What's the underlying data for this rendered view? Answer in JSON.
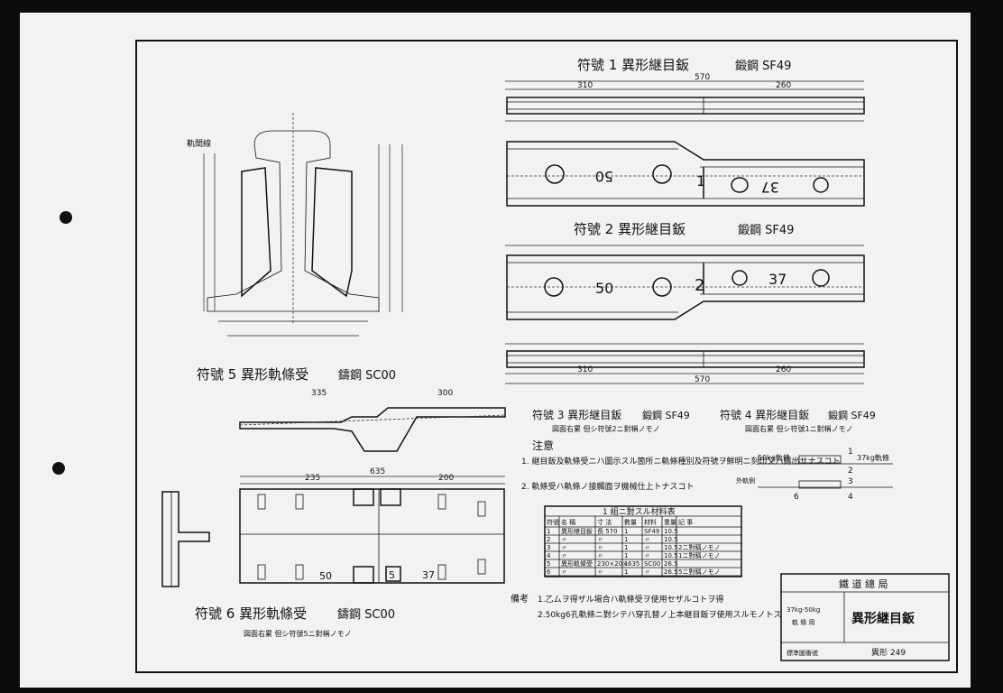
{
  "part1": {
    "title": "符號 1 異形継目鈑",
    "material": "鍛鋼 SF49",
    "total": "570",
    "dim_left": "310",
    "dim_right": "260",
    "mark_a": "50",
    "mark_b": "37",
    "center": "1"
  },
  "part2": {
    "title": "符號 2 異形継目鈑",
    "material": "鍛鋼 SF49",
    "mark_a": "50",
    "mark_b": "37",
    "center": "2",
    "total": "570",
    "dim_left": "310",
    "dim_right": "260"
  },
  "part3": {
    "title": "符號 3 異形継目鈑",
    "material": "鍛鋼 SF49",
    "note": "図面右累 但シ符號2ニ對稱ノモノ"
  },
  "part4": {
    "title": "符號 4 異形継目鈑",
    "material": "鍛鋼 SF49",
    "note": "図面右累 但シ符號1ニ對稱ノモノ"
  },
  "part5": {
    "title": "符號 5 異形軌條受",
    "material": "鑄鋼 SC00",
    "dims": [
      "335",
      "300",
      "235",
      "635",
      "200"
    ]
  },
  "part6": {
    "title": "符號 6 異形軌條受",
    "material": "鑄鋼 SC00",
    "note": "図面右累 但シ符號5ニ對稱ノモノ",
    "marks": [
      "50",
      "5",
      "37"
    ]
  },
  "rail_label": "軌間線",
  "notes": {
    "heading": "注意",
    "items": [
      "1. 継目鈑及軌條受ニハ圖示スル箇所ニ軌條種別及符號ヲ鮮明ニ刻印又ハ鑄出サナスコト",
      "2. 軌條受ハ軌條ノ接觸面ヲ機械仕上トナスコト"
    ]
  },
  "joint_diagram": {
    "left": "50kg軌條",
    "right": "37kg軌條",
    "nums": [
      "1",
      "2",
      "3",
      "6",
      "4"
    ],
    "side": "外軌側"
  },
  "table": {
    "title": "1 組ニ對スル材料表",
    "headers": [
      "符號",
      "名 稱",
      "寸 法",
      "數量",
      "材料",
      "重量",
      "記 事"
    ],
    "rows": [
      [
        "1",
        "異形継目鈑",
        "長 570",
        "1",
        "SF49",
        "10.5",
        ""
      ],
      [
        "2",
        "〃",
        "〃",
        "1",
        "〃",
        "10.5",
        ""
      ],
      [
        "3",
        "〃",
        "〃",
        "1",
        "〃",
        "10.5",
        "2ニ對稱ノモノ"
      ],
      [
        "4",
        "〃",
        "〃",
        "1",
        "〃",
        "10.5",
        "1ニ對稱ノモノ"
      ],
      [
        "5",
        "異形軌條受",
        "230×20×635",
        "1",
        "SC00",
        "26.5",
        ""
      ],
      [
        "6",
        "〃",
        "〃",
        "1",
        "〃",
        "26.5",
        "5ニ對稱ノモノ"
      ]
    ]
  },
  "remarks": {
    "label": "備考",
    "lines": [
      "1.乙ムヲ得ザル場合ハ軌條受ヲ使用セザルコトヲ得",
      "2.50kg6孔軌條ニ對シテハ穿孔替ノ上本継目鈑ヲ使用スルモノトス"
    ]
  },
  "title_block": {
    "org": "鐵 道 總 局",
    "sub1": "37kg-50kg",
    "sub2": "軌 條 用",
    "name": "異形継目鈑",
    "std_label": "標準圖番號",
    "std_no": "異形 249"
  }
}
